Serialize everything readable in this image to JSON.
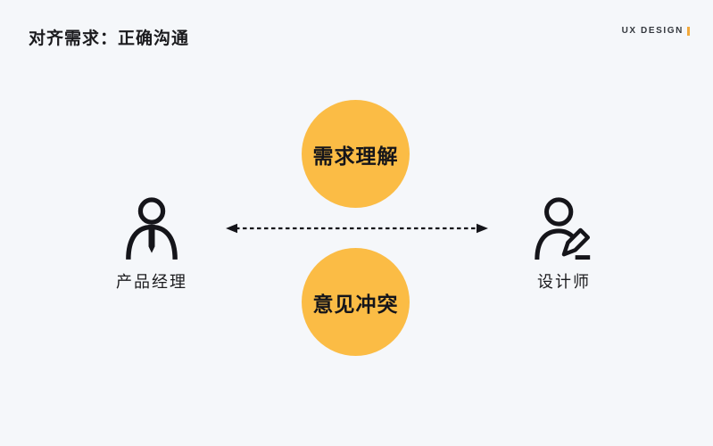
{
  "colors": {
    "background": "#F5F7FA",
    "bubble_orange": "#FBBC45",
    "brand_bar_orange": "#F2A93B",
    "ink": "#1B1B1E"
  },
  "header": {
    "title": "对齐需求：正确沟通",
    "brand": "UX DESIGN"
  },
  "diagram": {
    "top_bubble": {
      "label": "需求理解"
    },
    "bottom_bubble": {
      "label": "意见冲突"
    },
    "left_actor": {
      "label": "产品经理",
      "icon": "person-tie-icon"
    },
    "right_actor": {
      "label": "设计师",
      "icon": "person-pencil-icon"
    },
    "connector": {
      "type": "dashed-double-arrow"
    }
  }
}
